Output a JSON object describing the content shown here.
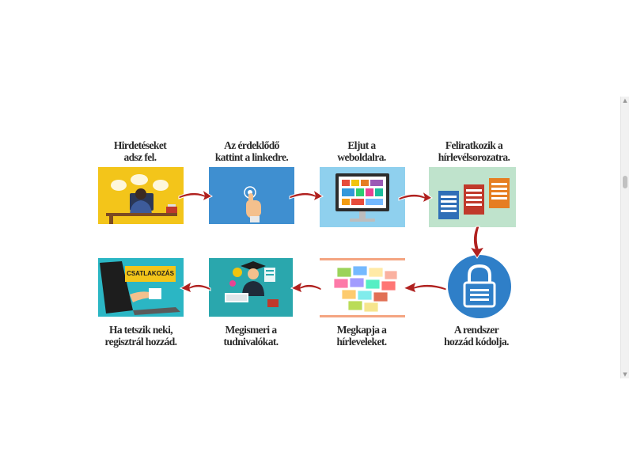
{
  "steps": [
    {
      "line1": "Hirdetéseket",
      "line2": "adsz fel."
    },
    {
      "line1": "Az érdeklődő",
      "line2": "kattint a linkedre."
    },
    {
      "line1": "Eljut a",
      "line2": "weboldalra."
    },
    {
      "line1": "Feliratkozik a",
      "line2": "hírlevélsorozatra."
    },
    {
      "line1": "A rendszer",
      "line2": "hozzád kódolja."
    },
    {
      "line1": "Megkapja a",
      "line2": "hírleveleket."
    },
    {
      "line1": "Megismeri a",
      "line2": "tudnivalókat."
    },
    {
      "line1": "Ha tetszik neki,",
      "line2": "regisztrál hozzád."
    }
  ],
  "signup_sign": "CSATLAKOZÁS",
  "icons": {
    "step1": "person-at-computer-icon",
    "step2": "finger-tap-icon",
    "step3": "monitor-website-icon",
    "step4": "subscription-boxes-icon",
    "step5": "padlock-icon",
    "step6": "envelopes-icon",
    "step7": "graduate-learning-icon",
    "step8": "laptop-signup-icon",
    "arrows": "curved-red-arrow-icon"
  },
  "colors": {
    "arrow": "#b0211f",
    "tile_yellow": "#f3c51a",
    "tile_blue": "#3f8fd0",
    "tile_lightblue": "#8fd0ee",
    "tile_green": "#bfe3cc",
    "lock_blue": "#2f7fc8",
    "tile_teal": "#2aa7ad",
    "tile_cyan": "#2bb6c4"
  }
}
